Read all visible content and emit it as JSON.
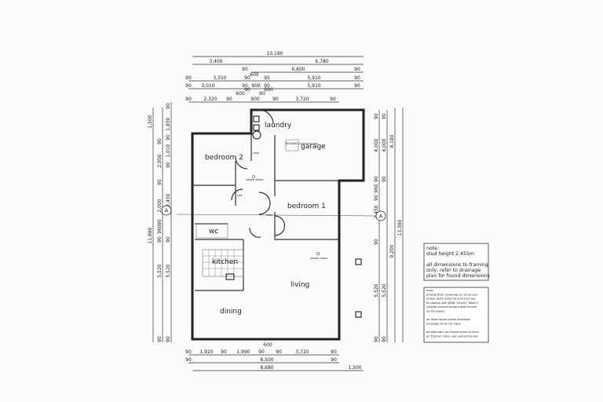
{
  "rooms": {
    "laundry": "laundry",
    "garage": "garage",
    "garage_hatch": "800x800 ceiling access",
    "bedroom2": "bedroom 2",
    "bedroom1": "bedroom 1",
    "robe": "robe",
    "robe2": "robe",
    "cbd": "cbd",
    "wc": "wc",
    "kitchen": "kitchen",
    "living": "living",
    "dining": "dining",
    "smoke_alarm": "smoke alarm"
  },
  "section_marker": "A",
  "dimensions": {
    "top": [
      [
        "10,180"
      ],
      [
        "3,400",
        "6,780"
      ],
      [
        "90",
        "600",
        "6,600",
        "90"
      ],
      [
        "90",
        "3,310",
        "90",
        "90",
        "5,910",
        "90"
      ],
      [
        "90",
        "3,010",
        "90",
        "900",
        "90",
        "5,910",
        "90",
        "90",
        "600"
      ],
      [
        "90",
        "2,320",
        "90",
        "600",
        "900",
        "90",
        "90",
        "3,720",
        "90"
      ]
    ],
    "bottom": [
      [
        "90",
        "1,920",
        "90",
        "1,990",
        "90",
        "600",
        "90",
        "3,720",
        "90"
      ],
      [
        "90",
        "8,500",
        "90"
      ],
      [
        "8,680",
        "1,500"
      ]
    ],
    "left": [
      [
        "1,500",
        "11,880"
      ],
      [
        "90",
        "2,950",
        "90",
        "2,000",
        "90",
        "960",
        "90",
        "5,520",
        "90"
      ],
      [
        "90",
        "1,850",
        "90",
        "1,010",
        "90",
        "2,450",
        "90",
        "5,520",
        "90"
      ]
    ],
    "right": [
      [
        "90",
        "4,000",
        "90",
        "960",
        "90",
        "2,450",
        "90",
        "5,520",
        "90"
      ],
      [
        "90",
        "4,000",
        "90",
        "5,520",
        "90"
      ],
      [
        "4,180",
        "9,200"
      ],
      [
        "13,380"
      ]
    ]
  },
  "notes": {
    "box1": [
      "note:",
      "stud height 2.455m",
      "",
      "all dimensions to framing",
      "only, refer to drainage",
      "plan for found dimensions"
    ],
    "box2": [
      "note:",
      "antislip floor coverings on all access",
      "routes (both external and internal),",
      "to comply with NZBC D1/AS1 Table 2",
      "(except surface areas inside entries",
      "as dry areas)",
      "",
      "all down lights inside insulation",
      "envelope to be CA rated",
      "",
      "all bathroom and toilet areas to have",
      "an 150mm inline auto extraction fan"
    ]
  }
}
